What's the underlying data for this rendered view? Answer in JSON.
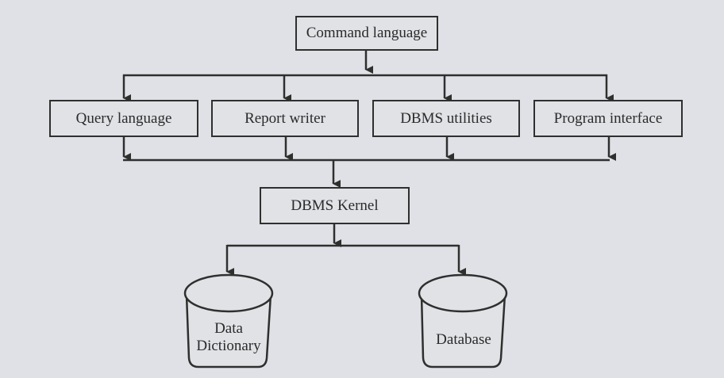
{
  "diagram": {
    "type": "flowchart",
    "nodes": {
      "command_language": "Command language",
      "query_language": "Query language",
      "report_writer": "Report writer",
      "dbms_utilities": "DBMS utilities",
      "program_interface": "Program interface",
      "dbms_kernel": "DBMS Kernel",
      "data_dictionary_line1": "Data",
      "data_dictionary_line2": "Dictionary",
      "database": "Database"
    },
    "edges": [
      {
        "from": "Command language",
        "to": "Query language"
      },
      {
        "from": "Command language",
        "to": "Report writer"
      },
      {
        "from": "Command language",
        "to": "DBMS utilities"
      },
      {
        "from": "Command language",
        "to": "Program interface"
      },
      {
        "from": "Query language",
        "to": "DBMS Kernel"
      },
      {
        "from": "Report writer",
        "to": "DBMS Kernel"
      },
      {
        "from": "DBMS utilities",
        "to": "DBMS Kernel"
      },
      {
        "from": "Program interface",
        "to": "DBMS Kernel"
      },
      {
        "from": "DBMS Kernel",
        "to": "Data Dictionary"
      },
      {
        "from": "DBMS Kernel",
        "to": "Database"
      }
    ],
    "colors": {
      "background": "#dfe1e6",
      "line": "#2e302e",
      "text": "#2a2b2a"
    }
  }
}
